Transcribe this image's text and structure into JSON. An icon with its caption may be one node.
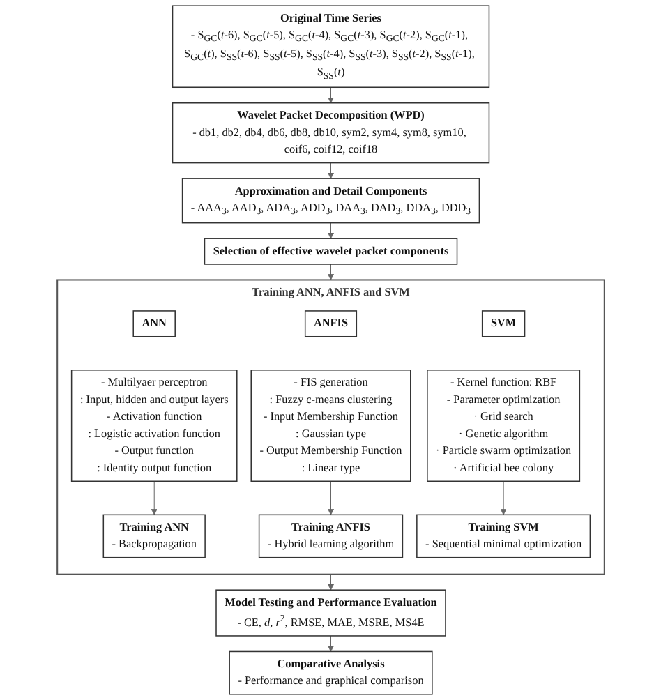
{
  "diagram": {
    "nodes": [
      {
        "text": [
          "Original Time Series",
          "- S$_{GC}$(*t*-6), S$_{GC}$(*t*-5), S$_{GC}$(*t*-4), S$_{GC}$(*t*-3), S$_{GC}$(*t*-2), S$_{GC}$(*t*-1), S$_{GC}$(*t*), S$_{SS}$(*t*-6), S$_{SS}$(*t*-5), S$_{SS}$(*t*-4), S$_{SS}$(*t*-3), S$_{SS}$(*t*-2), S$_{SS}$(*t*-1), S$_{SS}$(*t*)"
        ]
      },
      {
        "text": [
          "Wavelet Packet Decomposition (WPD)",
          "- db1, db2, db4, db6, db8, db10, sym2, sym4, sym8, sym10, coif6, coif12, coif18"
        ]
      },
      {
        "text": [
          "Approximation and Detail Components",
          "- AAA$_{3}$, AAD$_{3}$, ADA$_{3}$, ADD$_{3}$, DAA$_{3}$, DAD$_{3}$, DDA$_{3}$, DDD$_{3}$"
        ]
      },
      {
        "text": [
          "Selection of effective wavelet packet components"
        ]
      },
      {
        "text": [
          "Training ANN, ANFIS and SVM"
        ]
      },
      {
        "text": [
          "ANN"
        ],
        "in": 4
      },
      {
        "text": [
          "ANFIS"
        ],
        "in": 4
      },
      {
        "text": [
          "SVM"
        ],
        "in": 4
      },
      {
        "text": [
          "- Multilyaer perceptron",
          ": Input, hidden and output layers",
          "- Activation function",
          ": Logistic activation function",
          "- Output function",
          ": Identity output function"
        ],
        "in": 4
      },
      {
        "text": [
          "- FIS generation",
          ": Fuzzy c-means clustering",
          "- Input Membership Function",
          ": Gaussian type",
          "- Output Membership Function",
          ": Linear type"
        ],
        "in": 4
      },
      {
        "text": [
          "- Kernel function: RBF",
          "- Parameter optimization",
          "· Grid search",
          "· Genetic algorithm",
          "· Particle swarm optimization",
          "· Artificial bee colony"
        ],
        "in": 4
      },
      {
        "text": [
          "Training ANN",
          "- Backpropagation"
        ],
        "in": 4
      },
      {
        "text": [
          "Training ANFIS",
          "- Hybrid learning algorithm"
        ],
        "in": 4
      },
      {
        "text": [
          "Training SVM",
          "- Sequential minimal optimization"
        ],
        "in": 4
      },
      {
        "text": [
          "Model Testing and Performance Evaluation",
          "- CE, *d*, *r*$^{2}$, RMSE, MAE, MSRE, MS4E"
        ]
      },
      {
        "text": [
          "Comparative Analysis",
          "- Performance and graphical comparison"
        ]
      }
    ],
    "edges": [
      {
        "from": 0,
        "to": 1,
        "arrow": "to"
      },
      {
        "from": 1,
        "to": 2,
        "arrow": "to"
      },
      {
        "from": 2,
        "to": 3,
        "arrow": "to"
      },
      {
        "from": 3,
        "to": 4,
        "arrow": "to"
      },
      {
        "from": 8,
        "to": 11,
        "arrow": "to"
      },
      {
        "from": 9,
        "to": 12,
        "arrow": "to"
      },
      {
        "from": 10,
        "to": 13,
        "arrow": "to"
      },
      {
        "from": 4,
        "to": 14,
        "arrow": "to"
      },
      {
        "from": 14,
        "to": 15,
        "arrow": "to"
      }
    ]
  }
}
